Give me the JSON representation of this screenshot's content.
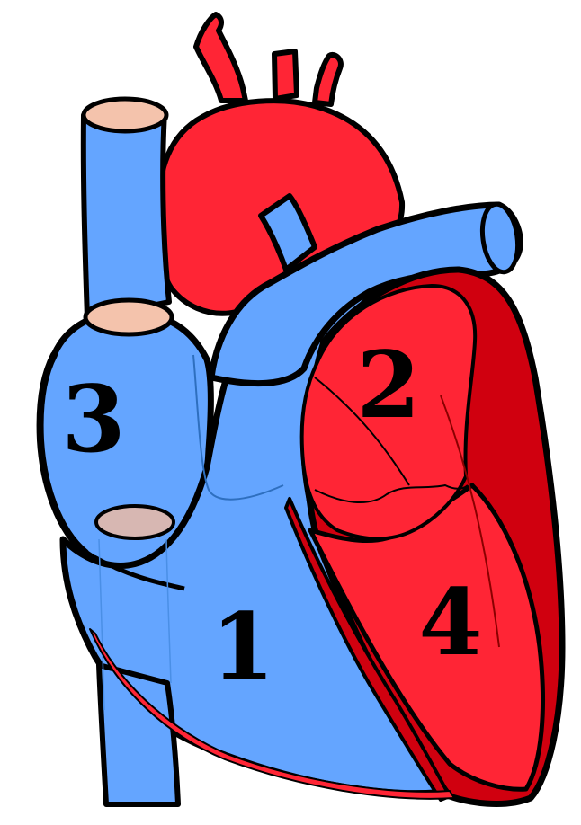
{
  "diagram": {
    "labels": [
      {
        "id": "label-1",
        "text": "1"
      },
      {
        "id": "label-2",
        "text": "2"
      },
      {
        "id": "label-3",
        "text": "3"
      },
      {
        "id": "label-4",
        "text": "4"
      }
    ],
    "colors": {
      "deoxygenated_blue": "#64A5FF",
      "oxygenated_red": "#FF2535",
      "dark_red": "#D0000F",
      "vessel_opening": "#F4C3AC",
      "vessel_opening_lower": "#D7B7B2",
      "outline": "#000000",
      "background": "#FFFFFF"
    }
  }
}
